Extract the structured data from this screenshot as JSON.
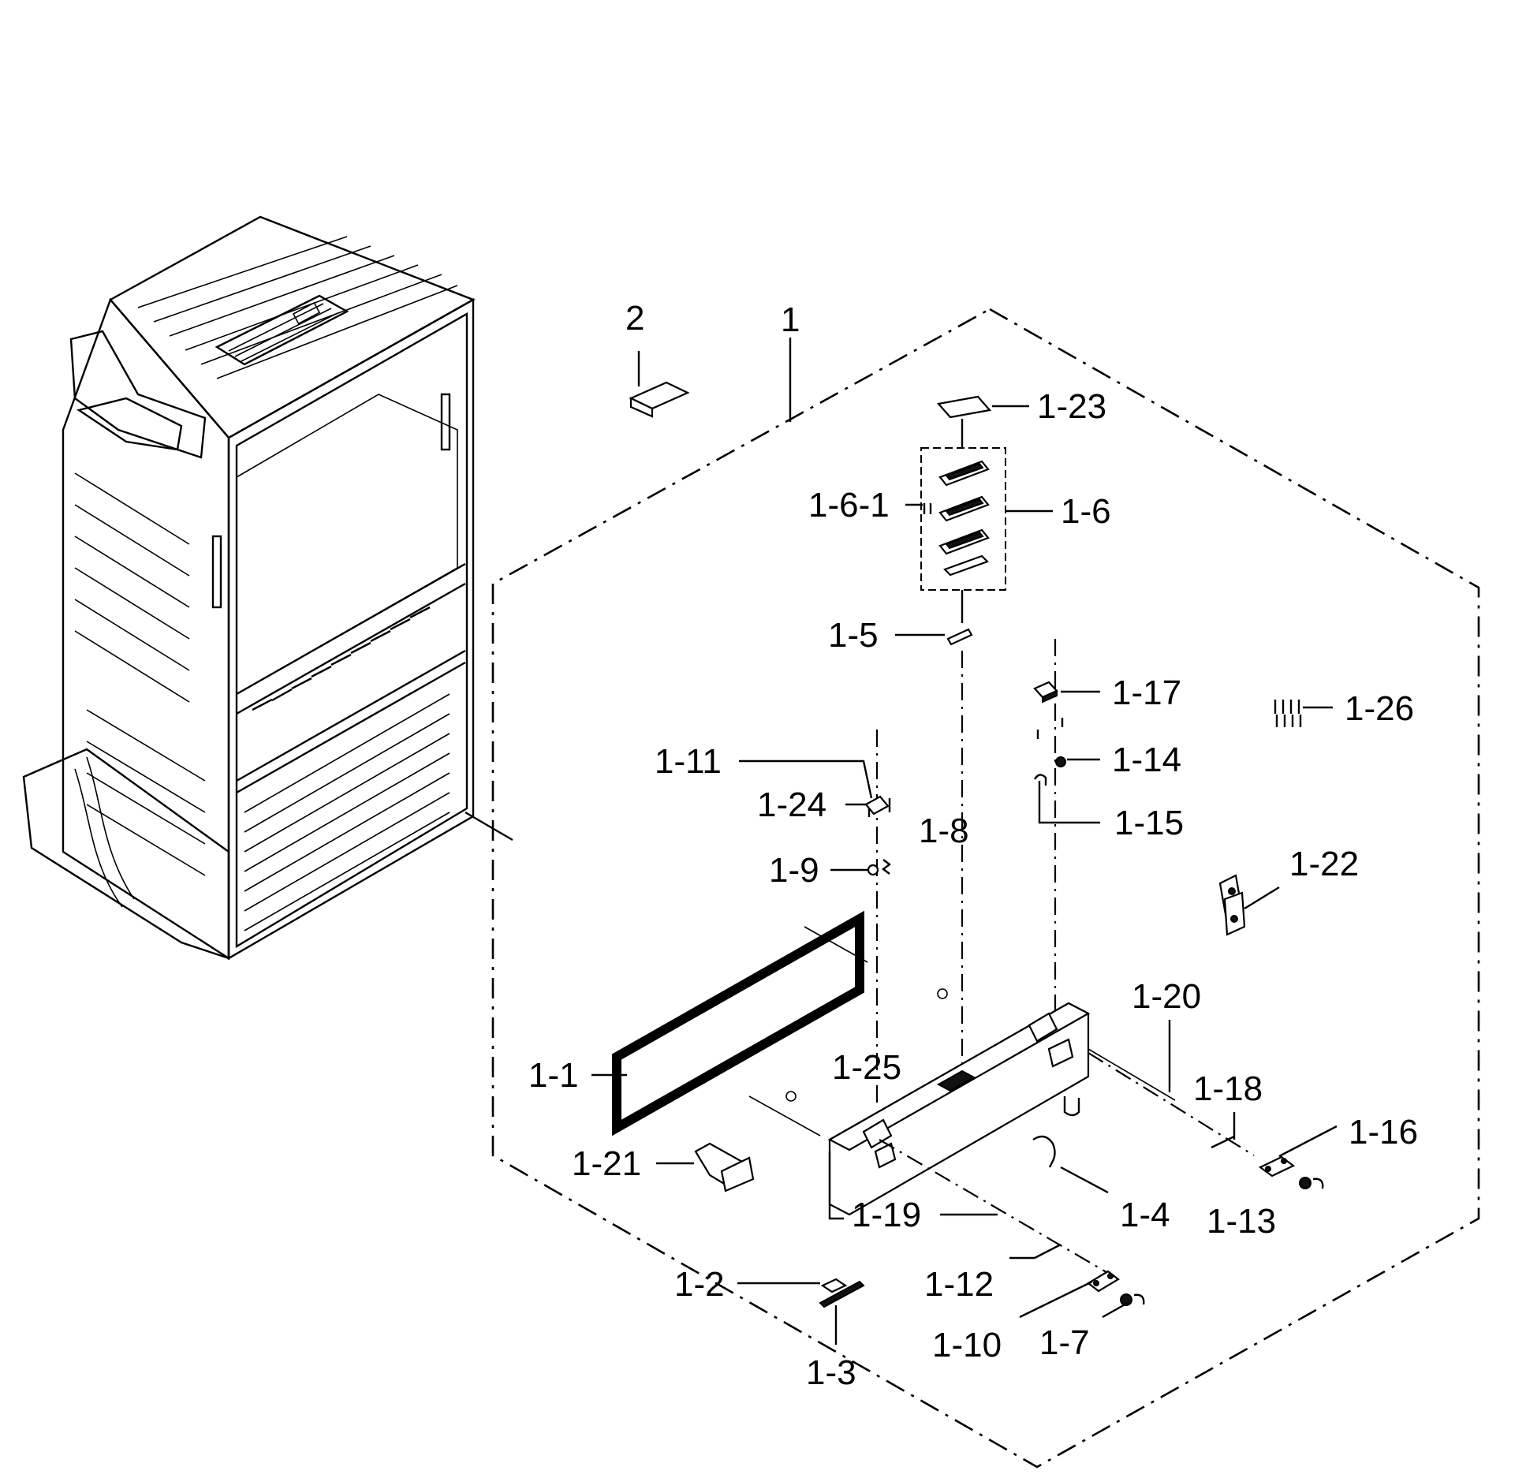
{
  "labels": {
    "l_2": "2",
    "l_1": "1",
    "l_1_23": "1-23",
    "l_1_6_1": "1-6-1",
    "l_1_6": "1-6",
    "l_1_5": "1-5",
    "l_1_17": "1-17",
    "l_1_26": "1-26",
    "l_1_11": "1-11",
    "l_1_14": "1-14",
    "l_1_24": "1-24",
    "l_1_8": "1-8",
    "l_1_15": "1-15",
    "l_1_9": "1-9",
    "l_1_22": "1-22",
    "l_1_20": "1-20",
    "l_1_1": "1-1",
    "l_1_25": "1-25",
    "l_1_18": "1-18",
    "l_1_16": "1-16",
    "l_1_21": "1-21",
    "l_1_19": "1-19",
    "l_1_4": "1-4",
    "l_1_13": "1-13",
    "l_1_2": "1-2",
    "l_1_12": "1-12",
    "l_1_10": "1-10",
    "l_1_7": "1-7",
    "l_1_3": "1-3"
  }
}
